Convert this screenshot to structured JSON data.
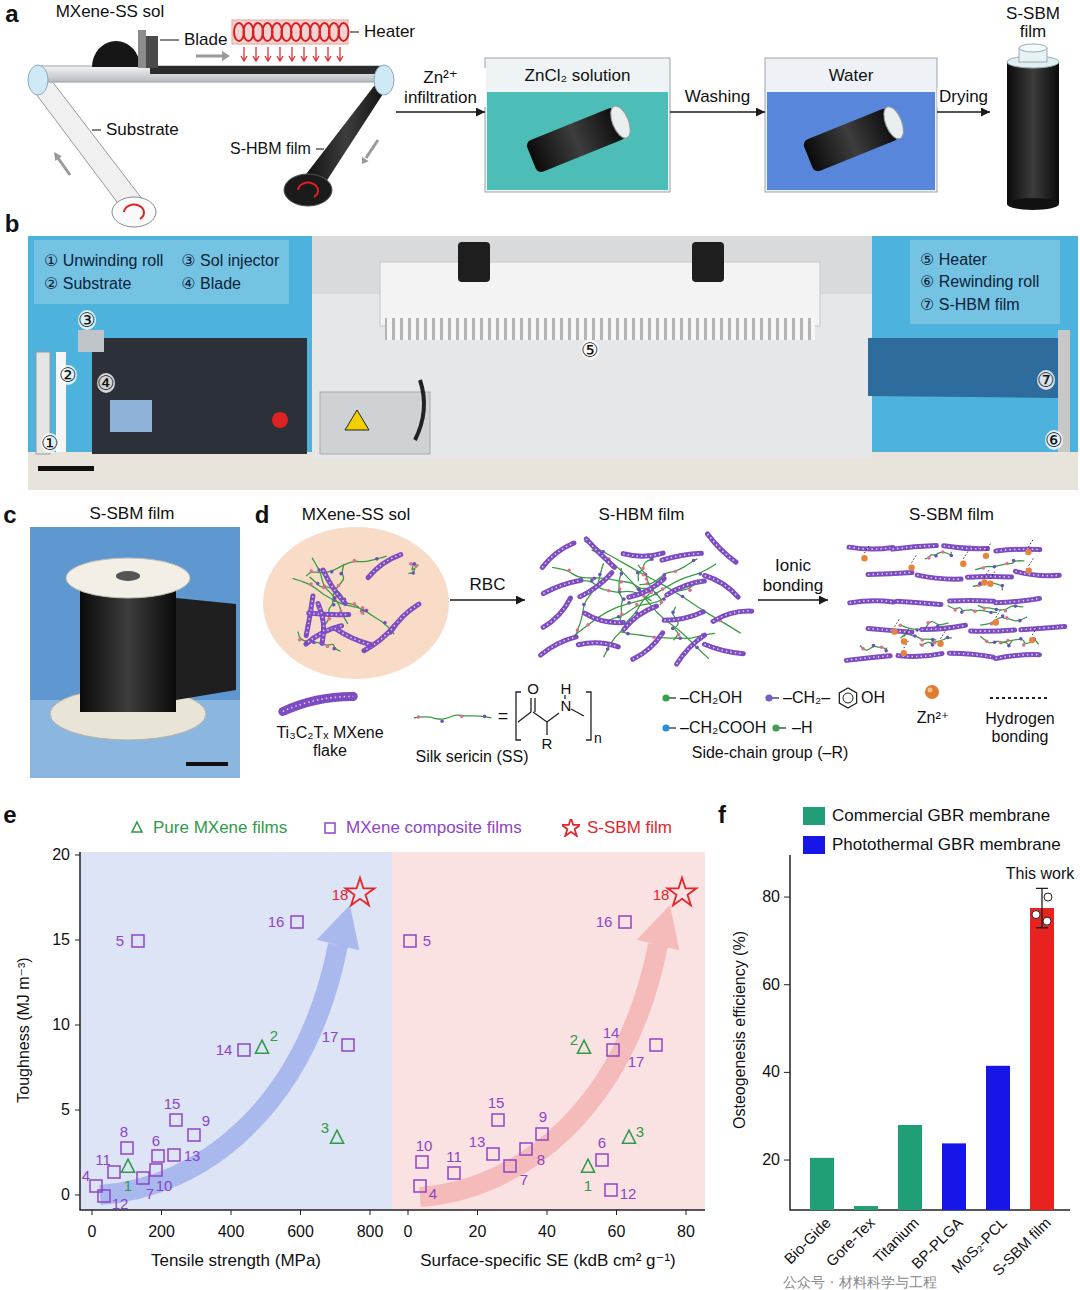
{
  "diagram": {
    "nodes": [
      {
        "text": [
          "S-HBM film"
        ]
      },
      {
        "text": [
          "ZnCl₂ solution"
        ]
      },
      {
        "text": [
          "Water"
        ]
      },
      {
        "text": [
          "S-SBM film"
        ]
      },
      {
        "text": [
          "① Unwinding roll",
          "③ Sol injector",
          "② Substrate",
          "④ Blade"
        ]
      },
      {
        "text": [
          "⑤ Heater",
          "⑥ Rewinding roll",
          "⑦ S-HBM film"
        ]
      },
      {
        "text": [
          "MXene-SS sol"
        ]
      },
      {
        "text": [
          "S-HBM film"
        ]
      },
      {
        "text": [
          "S-SBM film"
        ]
      }
    ],
    "edges": [
      {
        "from": 0,
        "to": 1,
        "label": "Zn²⁺ infiltration",
        "arrow": "to"
      },
      {
        "from": 1,
        "to": 2,
        "label": "Washing",
        "arrow": "to"
      },
      {
        "from": 2,
        "to": 3,
        "label": "Drying",
        "arrow": "to"
      },
      {
        "from": 6,
        "to": 7,
        "label": "RBC",
        "arrow": "to"
      },
      {
        "from": 7,
        "to": 8,
        "label": "Ionic bonding",
        "arrow": "to"
      }
    ],
    "labels": [
      "a",
      "MXene-SS sol",
      "Blade",
      "Heater",
      "Substrate",
      "b",
      "③",
      "②",
      "④",
      "①",
      "⑤",
      "⑦",
      "⑥",
      "c",
      "S-SBM film",
      "d",
      "Ti₃C₂Tₓ MXene flake",
      "Silk sericin (SS)",
      "O",
      "H",
      "N",
      "R",
      "n",
      "=",
      "–CH₂OH",
      "–CH₂–",
      "OH",
      "–CH₂COOH",
      "–H",
      "Side-chain group (–R)",
      "Zn²⁺",
      "Hydrogen bonding",
      "e",
      "Toughness (MJ m⁻³)",
      "20",
      "15",
      "10",
      "5",
      "0",
      "1",
      "2",
      "3",
      "4",
      "5",
      "6",
      "7",
      "8",
      "9",
      "10",
      "11",
      "12",
      "13",
      "14",
      "15",
      "16",
      "17",
      "18",
      "1",
      "2",
      "3",
      "4",
      "5",
      "6",
      "7",
      "8",
      "9",
      "10",
      "11",
      "12",
      "13",
      "14",
      "15",
      "16",
      "17",
      "18",
      "0",
      "200",
      "400",
      "600",
      "800",
      "0",
      "20",
      "40",
      "60",
      "80",
      "Tensile strength (MPa)",
      "Surface-specific SE (kdB cm² g⁻¹)",
      "f",
      "This work",
      "80",
      "60",
      "40",
      "20",
      "Osteogenesis efficiency (%)",
      "Bio-Gide",
      "Gore-Tex",
      "Titanium",
      "BP-PLGA",
      "MoS₂-PCL",
      "S-SBM film",
      "公众号 · 材料科学与工程"
    ],
    "legend": [
      {
        "text": "Pure MXene films"
      },
      {
        "text": "MXene composite films"
      },
      {
        "text": "S-SBM film"
      },
      {
        "text": "Commercial GBR membrane",
        "color": "#1f9e78"
      },
      {
        "text": "Photothermal GBR membrane",
        "color": "#1616e8"
      }
    ]
  }
}
